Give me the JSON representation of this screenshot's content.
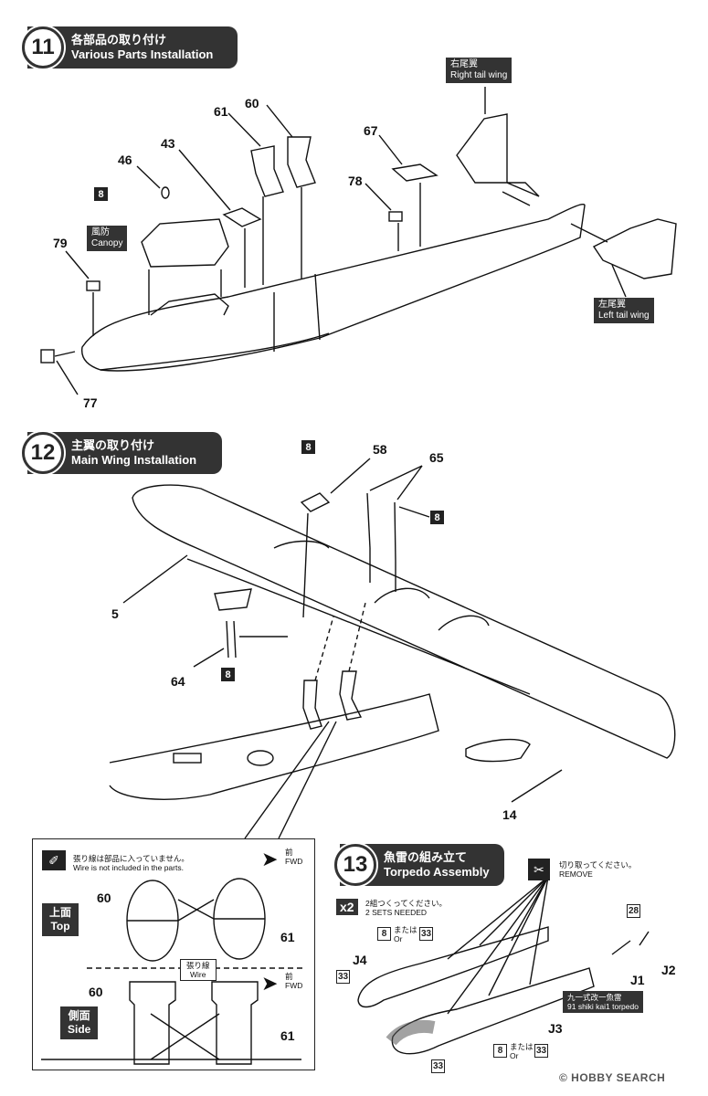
{
  "step11": {
    "number": "11",
    "title_jp": "各部品の取り付け",
    "title_en": "Various Parts Installation"
  },
  "step12": {
    "number": "12",
    "title_jp": "主翼の取り付け",
    "title_en": "Main Wing Installation"
  },
  "step13": {
    "number": "13",
    "title_jp": "魚雷の組み立て",
    "title_en": "Torpedo Assembly"
  },
  "parts11": {
    "p61": "61",
    "p60": "60",
    "p43": "43",
    "p46": "46",
    "p67": "67",
    "p78": "78",
    "p79": "79",
    "p77": "77",
    "box8": "8"
  },
  "labels11": {
    "right_tail_jp": "右尾翼",
    "right_tail_en": "Right tail wing",
    "left_tail_jp": "左尾翼",
    "left_tail_en": "Left tail wing",
    "canopy_jp": "風防",
    "canopy_en": "Canopy"
  },
  "parts12": {
    "p58": "58",
    "p65": "65",
    "p5": "5",
    "p64": "64",
    "p14": "14",
    "box8": "8"
  },
  "inset": {
    "note_jp": "張り線は部品に入っていません。",
    "note_en": "Wire is not included in the parts.",
    "fwd_jp": "前",
    "fwd_en": "FWD",
    "top_jp": "上面",
    "top_en": "Top",
    "side_jp": "側面",
    "side_en": "Side",
    "wire_jp": "張り線",
    "wire_en": "Wire",
    "p60": "60",
    "p61": "61"
  },
  "step13_text": {
    "x2": "x2",
    "sets_jp": "2組つくってください。",
    "sets_en": "2 SETS NEEDED",
    "remove_jp": "切り取ってください。",
    "remove_en": "REMOVE",
    "or_jp": "または",
    "or_en": "Or",
    "p8": "8",
    "p33": "33",
    "p28": "28",
    "J1": "J1",
    "J2": "J2",
    "J3": "J3",
    "J4": "J4",
    "torpedo_jp": "九一式改一魚雷",
    "torpedo_en": "91 shiki kai1 torpedo"
  },
  "watermark": "© HOBBY SEARCH"
}
